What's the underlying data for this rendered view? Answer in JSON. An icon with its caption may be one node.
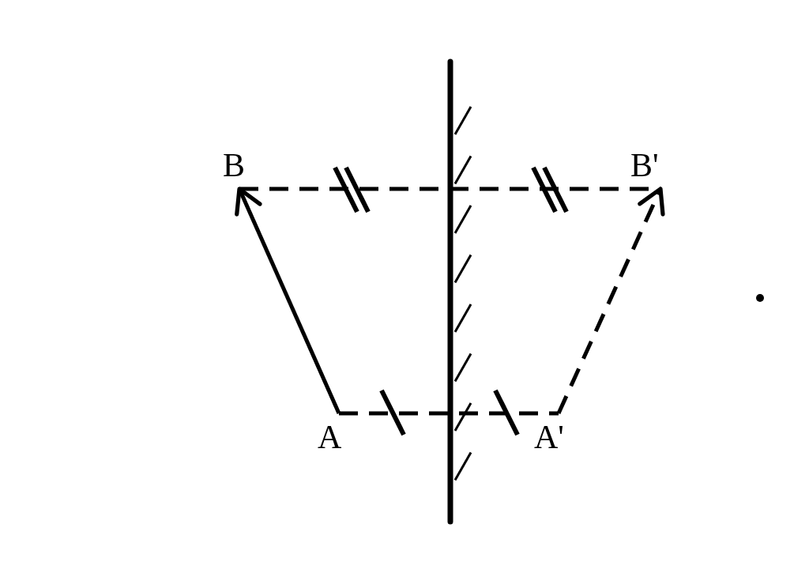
{
  "diagram": {
    "nodes": [
      {
        "text": [
          "B"
        ]
      },
      {
        "text": [
          "B'"
        ]
      },
      {
        "text": [
          "A"
        ]
      },
      {
        "text": [
          "A'"
        ]
      }
    ],
    "edges": [
      {
        "from": 2,
        "to": 0,
        "arrow": "to"
      },
      {
        "from": 3,
        "to": 1,
        "arrow": "to",
        "style": "dashed"
      },
      {
        "from": 0,
        "to": 1,
        "arrow": "none",
        "style": "dashed"
      },
      {
        "from": 2,
        "to": 3,
        "arrow": "none",
        "style": "dashed"
      }
    ]
  }
}
